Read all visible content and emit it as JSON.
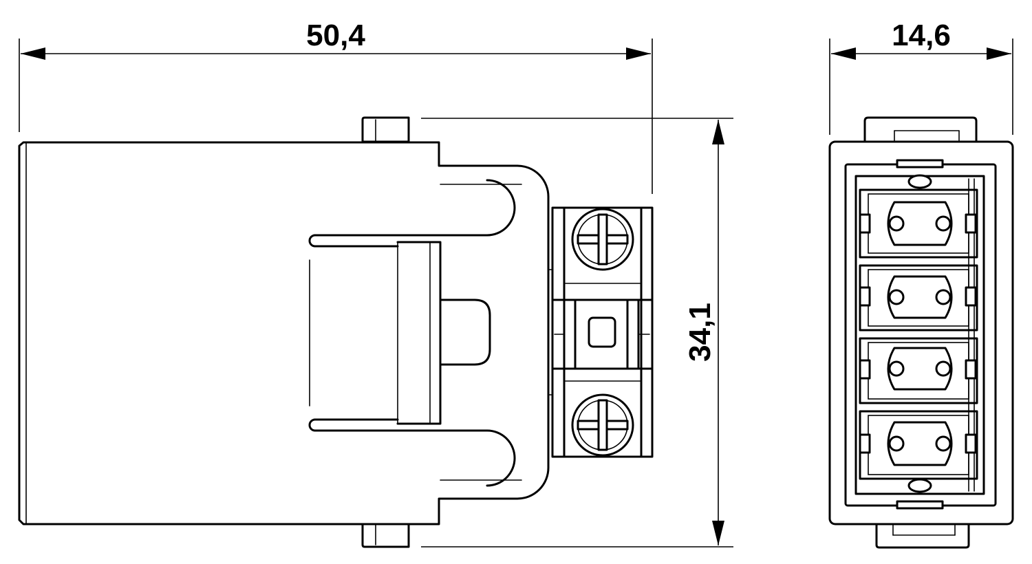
{
  "dimensions": {
    "overall_length": "50,4",
    "height": "34,1",
    "width": "14,6"
  },
  "views": {
    "side_view": {
      "screw_terminals": 2
    },
    "front_view": {
      "contact_cavities": 4
    }
  }
}
